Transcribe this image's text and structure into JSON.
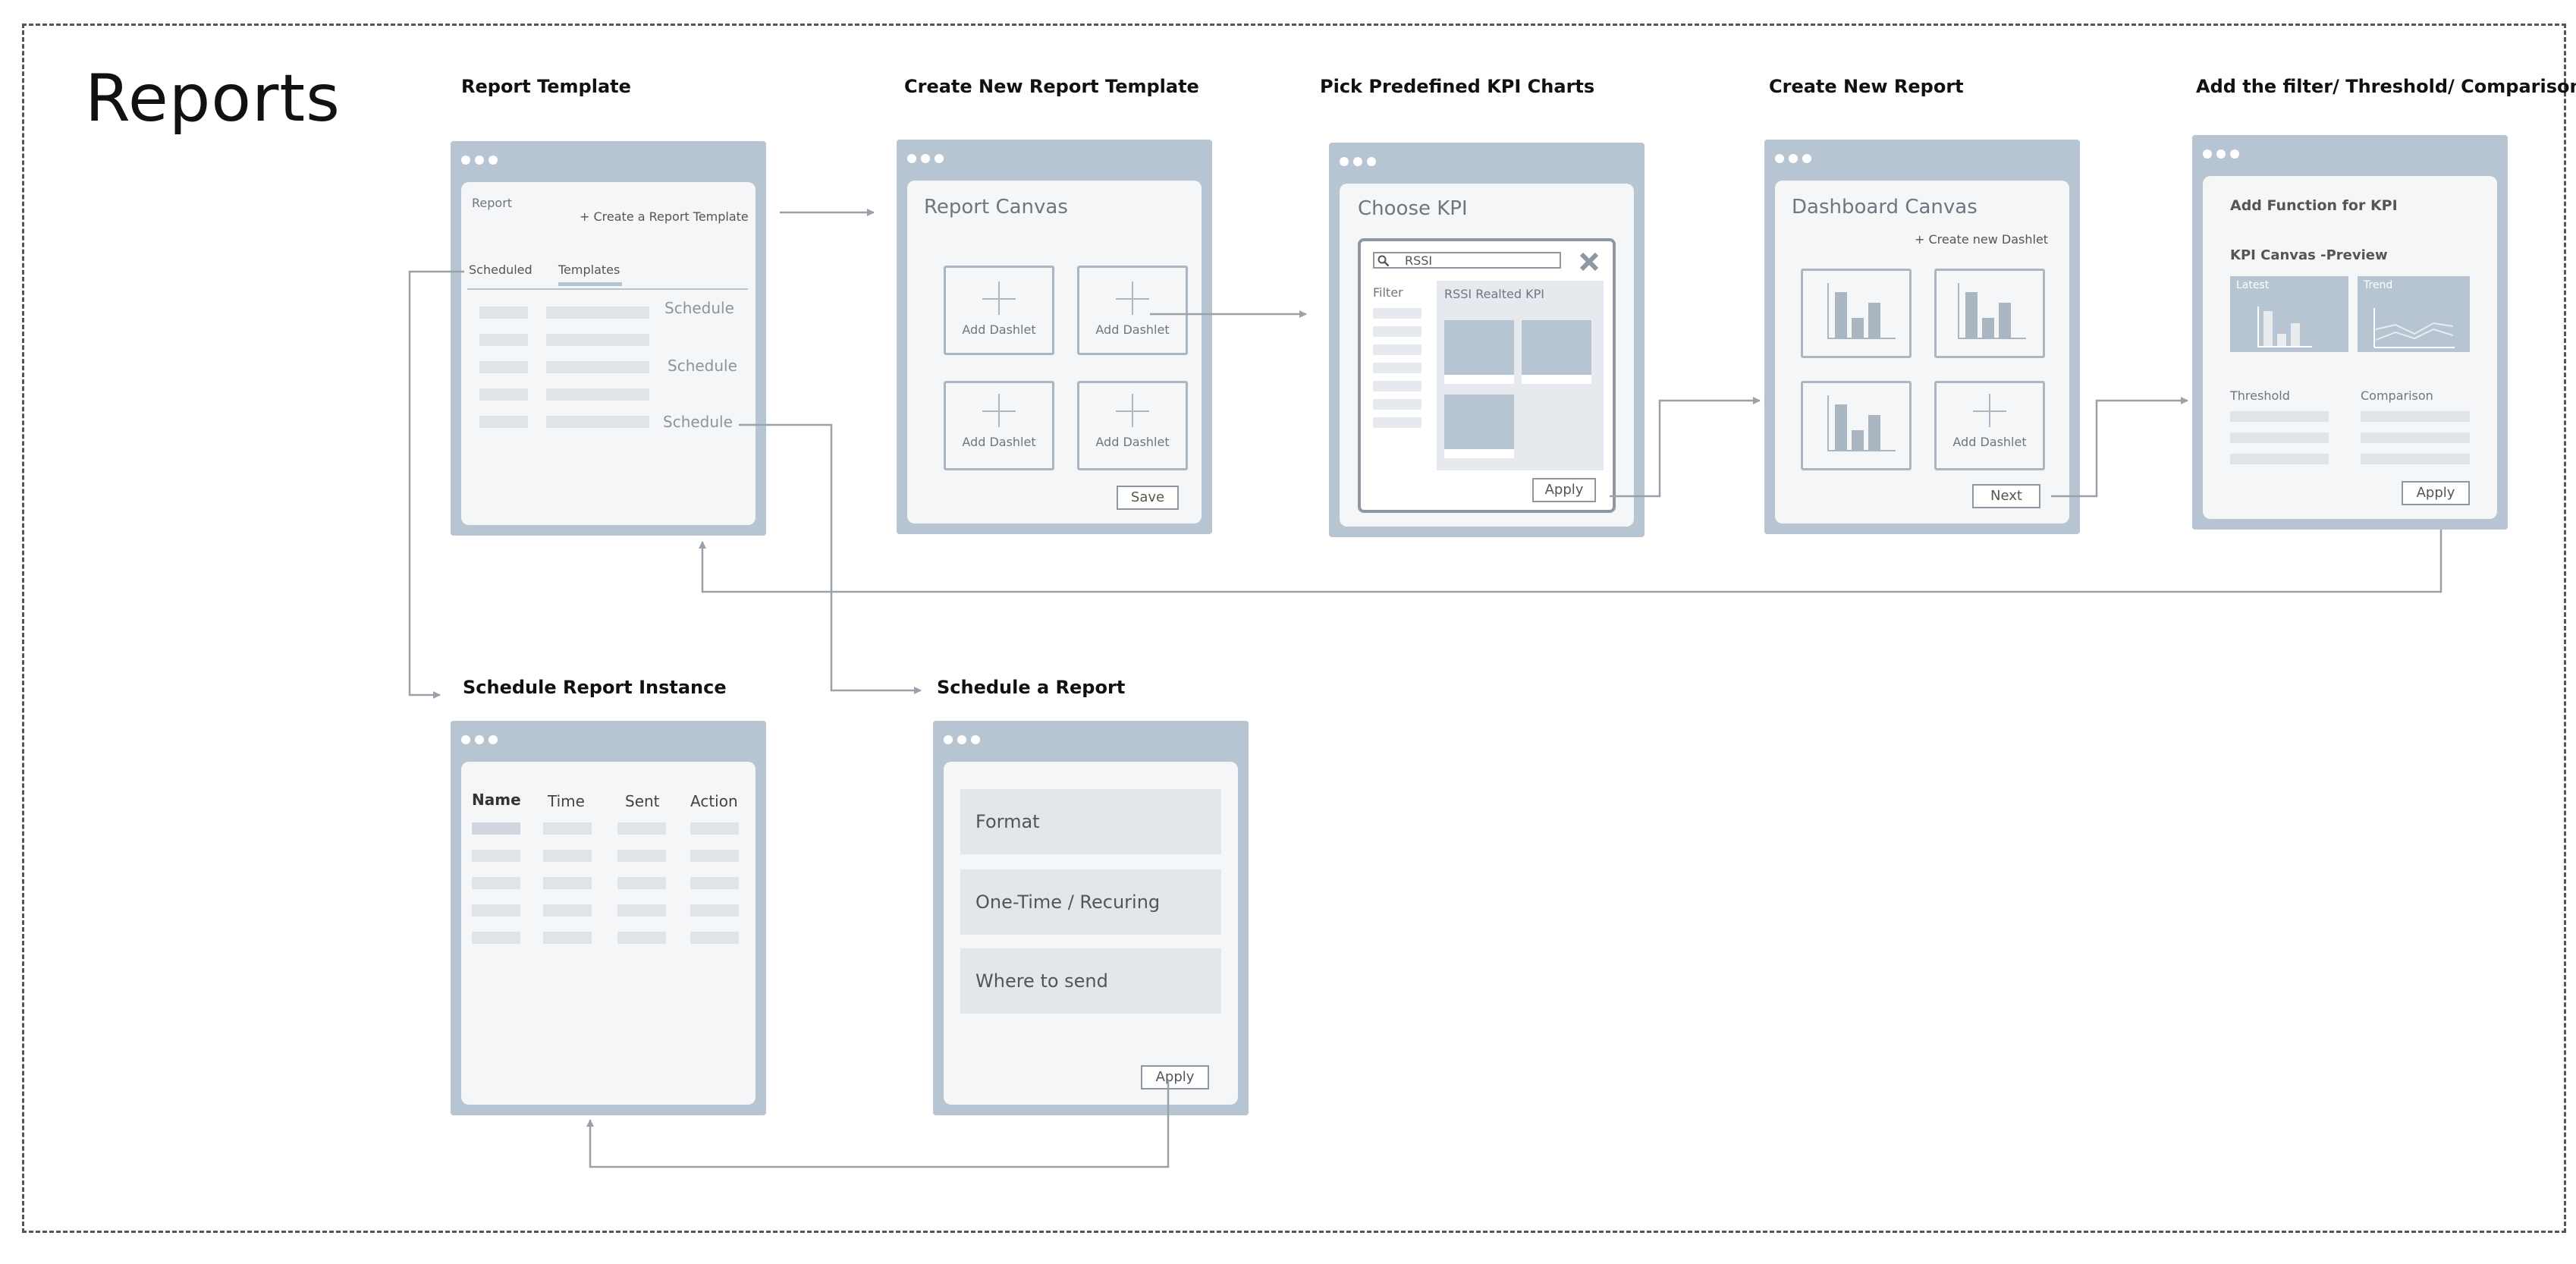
{
  "page": {
    "title": "Reports"
  },
  "steps": {
    "report_template": "Report Template",
    "create_template": "Create New Report Template",
    "pick_kpi": "Pick Predefined KPI Charts",
    "create_report": "Create New Report",
    "add_filter": "Add the filter/ Threshold/ Comparison",
    "schedule_instance": "Schedule Report Instance",
    "schedule_report": "Schedule a Report"
  },
  "report_template": {
    "label": "Report",
    "create_link": "+ Create a Report Template",
    "tabs": [
      "Scheduled",
      "Templates"
    ],
    "schedule_links": [
      "Schedule",
      "Schedule",
      "Schedule"
    ]
  },
  "report_canvas": {
    "title": "Report Canvas",
    "dashlets": [
      "Add Dashlet",
      "Add Dashlet",
      "Add Dashlet",
      "Add Dashlet"
    ],
    "save_label": "Save"
  },
  "choose_kpi": {
    "title": "Choose KPI",
    "search_value": "RSSI",
    "filter_label": "Filter",
    "results_label": "RSSI Realted KPI",
    "apply_label": "Apply"
  },
  "dashboard_canvas": {
    "title": "Dashboard Canvas",
    "create_link": "+ Create new Dashlet",
    "dashlet_label": "Add Dashlet",
    "next_label": "Next"
  },
  "kpi_function": {
    "title": "Add Function for KPI",
    "preview_title": "KPI Canvas -Preview",
    "latest_label": "Latest",
    "trend_label": "Trend",
    "threshold_label": "Threshold",
    "comparison_label": "Comparison",
    "apply_label": "Apply"
  },
  "schedule_instance": {
    "columns": [
      "Name",
      "Time",
      "Sent",
      "Action"
    ]
  },
  "schedule_report": {
    "options": [
      "Format",
      "One-Time / Recuring",
      "Where to send"
    ],
    "apply_label": "Apply"
  }
}
